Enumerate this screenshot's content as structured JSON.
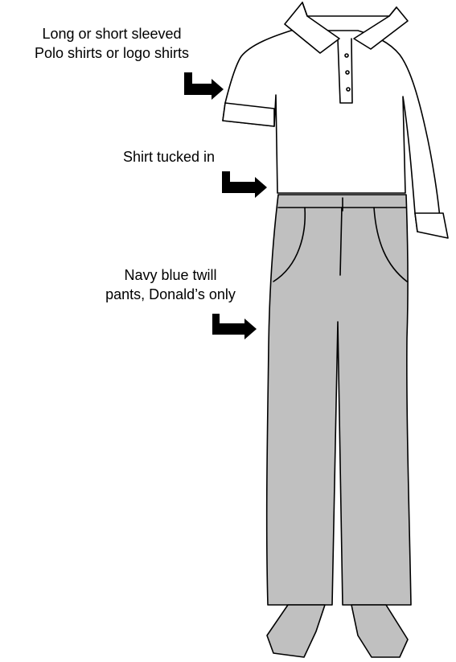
{
  "labels": {
    "sleeves": {
      "line1": "Long or short sleeved",
      "line2": "Polo shirts or logo shirts"
    },
    "tucked": {
      "line1": "Shirt tucked in"
    },
    "pants": {
      "line1": "Navy blue twill",
      "line2": "pants, Donald’s only"
    }
  },
  "colors": {
    "outline": "#000000",
    "shirt": "#ffffff",
    "pants": "#c0c0c0",
    "shoes": "#c0c0c0",
    "arrow": "#000000"
  },
  "icons": {
    "arrow": "curved-arrow-icon"
  }
}
